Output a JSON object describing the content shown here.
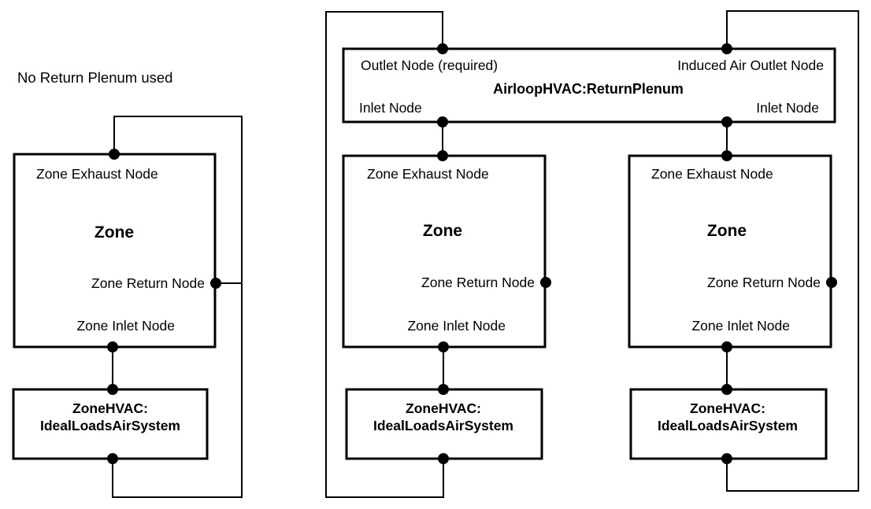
{
  "diagrams": [
    {
      "id": "no-plenum",
      "title": "No Return Plenum used",
      "zone": {
        "name": "Zone",
        "exhaust_node": "Zone Exhaust Node",
        "return_node": "Zone Return Node",
        "inlet_node": "Zone Inlet Node"
      },
      "equipment": {
        "line1": "ZoneHVAC:",
        "line2": "IdealLoadsAirSystem"
      }
    },
    {
      "id": "with-plenum",
      "title": "",
      "plenum": {
        "name": "AirloopHVAC:ReturnPlenum",
        "outlet_node": "Outlet Node (required)",
        "induced_air_outlet_node": "Induced Air Outlet Node",
        "inlet_node_left": "Inlet Node",
        "inlet_node_right": "Inlet Node"
      },
      "zones": [
        {
          "name": "Zone",
          "exhaust_node": "Zone Exhaust Node",
          "return_node": "Zone Return Node",
          "inlet_node": "Zone Inlet Node",
          "equipment": {
            "line1": "ZoneHVAC:",
            "line2": "IdealLoadsAirSystem"
          }
        },
        {
          "name": "Zone",
          "exhaust_node": "Zone Exhaust Node",
          "return_node": "Zone Return Node",
          "inlet_node": "Zone Inlet Node",
          "equipment": {
            "line1": "ZoneHVAC:",
            "line2": "IdealLoadsAirSystem"
          }
        }
      ]
    }
  ],
  "colors": {
    "stroke": "#000000",
    "background": "#ffffff",
    "node": "#000000"
  },
  "node_marker": "connection-node-dot"
}
